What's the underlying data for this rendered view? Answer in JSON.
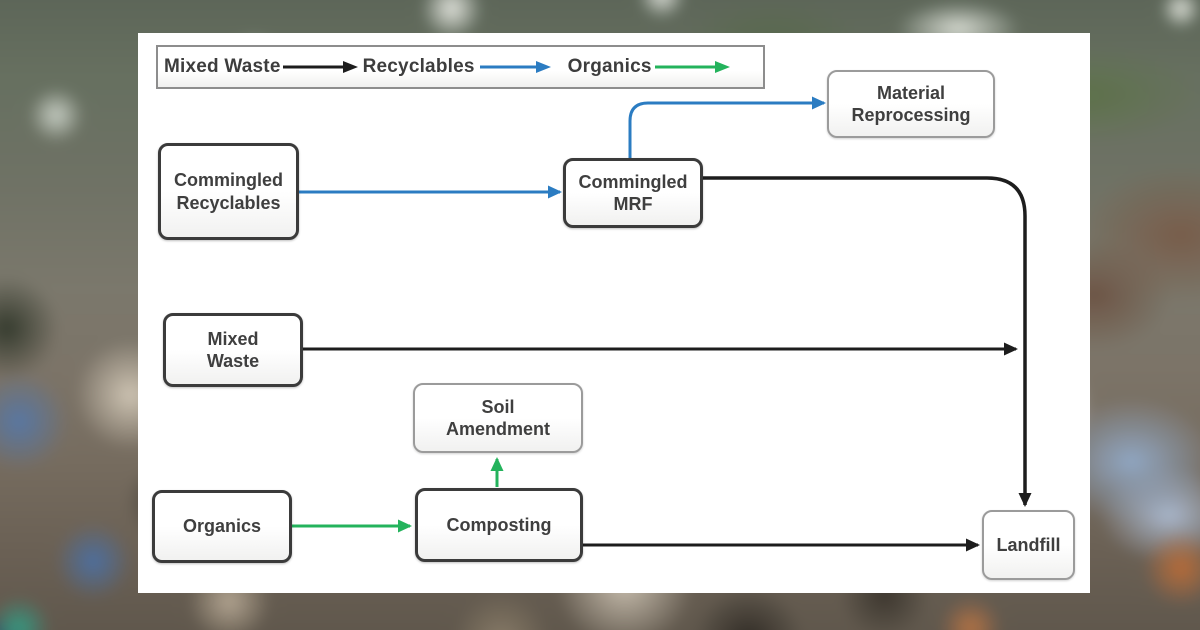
{
  "legend": {
    "items": [
      {
        "label": "Mixed Waste",
        "flow": "mixed_waste"
      },
      {
        "label": "Recyclables",
        "flow": "recyclables"
      },
      {
        "label": "Organics",
        "flow": "organics"
      }
    ]
  },
  "nodes": {
    "commingled_recyclables": {
      "label": "Commingled\nRecyclables"
    },
    "commingled_mrf": {
      "label": "Commingled\nMRF"
    },
    "material_reprocessing": {
      "label": "Material\nReprocessing"
    },
    "mixed_waste": {
      "label": "Mixed\nWaste"
    },
    "soil_amendment": {
      "label": "Soil\nAmendment"
    },
    "organics": {
      "label": "Organics"
    },
    "composting": {
      "label": "Composting"
    },
    "landfill": {
      "label": "Landfill"
    }
  },
  "colors": {
    "mixed_waste_flow": "#1d1d1d",
    "recyclables_flow": "#2b7cc2",
    "organics_flow": "#24b35c"
  },
  "flows": [
    {
      "from": "Commingled Recyclables",
      "to": "Commingled MRF",
      "type": "Recyclables"
    },
    {
      "from": "Commingled MRF",
      "to": "Material Reprocessing",
      "type": "Recyclables"
    },
    {
      "from": "Commingled MRF",
      "to": "Landfill",
      "type": "Mixed Waste"
    },
    {
      "from": "Mixed Waste",
      "to": "Landfill",
      "type": "Mixed Waste"
    },
    {
      "from": "Organics",
      "to": "Composting",
      "type": "Organics"
    },
    {
      "from": "Composting",
      "to": "Soil Amendment",
      "type": "Organics"
    },
    {
      "from": "Composting",
      "to": "Landfill",
      "type": "Mixed Waste"
    }
  ]
}
